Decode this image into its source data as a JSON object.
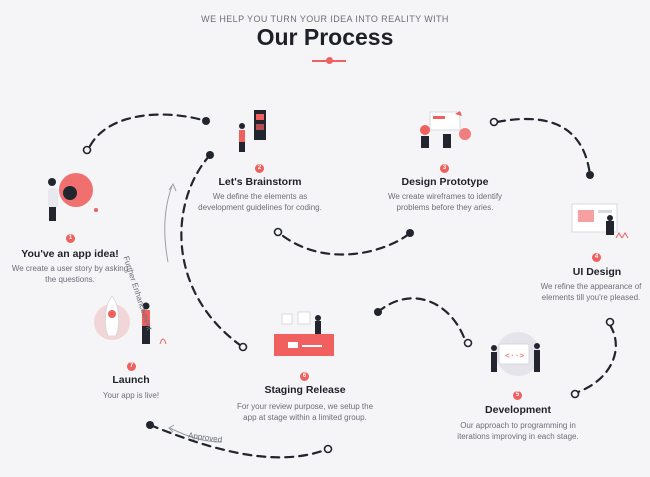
{
  "header": {
    "kicker": "WE HELP YOU TURN YOUR IDEA INTO REALITY WITH",
    "title": "Our Process"
  },
  "colors": {
    "accent": "#f0605f",
    "dark": "#23252e",
    "muted": "#6d6f78",
    "background": "#f5f5f7"
  },
  "steps": [
    {
      "number": "1",
      "title": "You've an app idea!",
      "desc_lines": [
        "We create a user story by asking",
        "the questions."
      ]
    },
    {
      "number": "2",
      "title": "Let's Brainstorm",
      "desc_lines": [
        "We define the elements as",
        "development guidelines for coding."
      ]
    },
    {
      "number": "3",
      "title": "Design Prototype",
      "desc_lines": [
        "We create wireframes to identify",
        "problems before they aries."
      ]
    },
    {
      "number": "4",
      "title": "UI Design",
      "desc_lines": [
        "We refine the appearance of",
        "elements till you're pleased."
      ]
    },
    {
      "number": "5",
      "title": "Development",
      "desc_lines": [
        "Our approach to programming in",
        "iterations improving in each stage."
      ]
    },
    {
      "number": "6",
      "title": "Staging Release",
      "desc_lines": [
        "For your review purpose, we setup the",
        "app at stage within a limited group."
      ]
    },
    {
      "number": "7",
      "title": "Launch",
      "desc_lines": [
        "Your app is live!"
      ]
    }
  ],
  "path_labels": {
    "further": "Further Enhancement",
    "approved": "Approved"
  }
}
